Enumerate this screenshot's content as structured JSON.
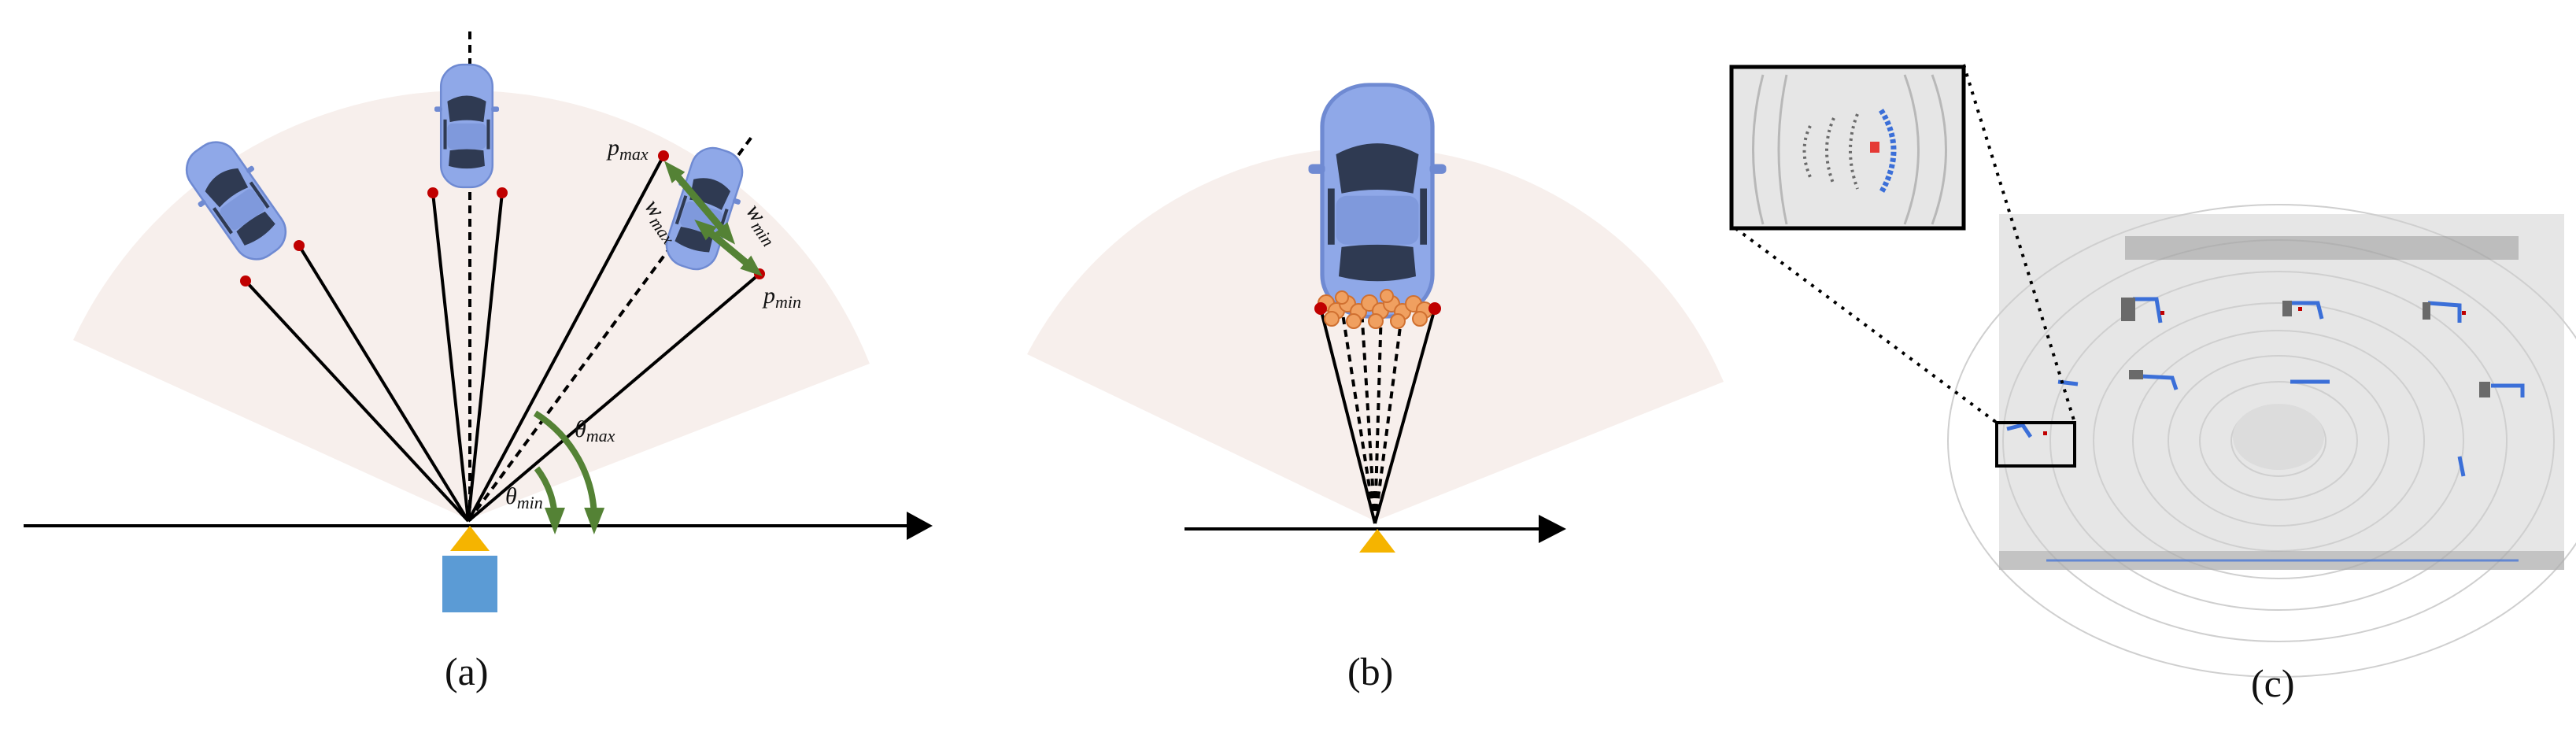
{
  "captions": {
    "a": "(a)",
    "b": "(b)",
    "c": "(c)"
  },
  "labels": {
    "p_max": {
      "base": "p",
      "sub": "max"
    },
    "p_min": {
      "base": "p",
      "sub": "min"
    },
    "w_max": {
      "base": "w",
      "sub": "max"
    },
    "w_min": {
      "base": "w",
      "sub": "min"
    },
    "theta_max": {
      "base": "θ",
      "sub": "max"
    },
    "theta_min": {
      "base": "θ",
      "sub": "min"
    }
  },
  "colors": {
    "fov": "#f7efec",
    "car_body": "#8fa8e8",
    "car_glass": "#2f3a52",
    "sensor_triangle": "#f5b400",
    "sensor_box": "#5b9bd5",
    "arc_arrow": "#548235",
    "point_orange": "#f0a060",
    "point_red": "#c00000",
    "lidar_bg": "#e6e6e6",
    "lidar_blue": "#3b6fd8",
    "lidar_gray": "#8a8a8a"
  },
  "icons": [
    "car-icon",
    "sensor-icon",
    "arrow-icon"
  ]
}
